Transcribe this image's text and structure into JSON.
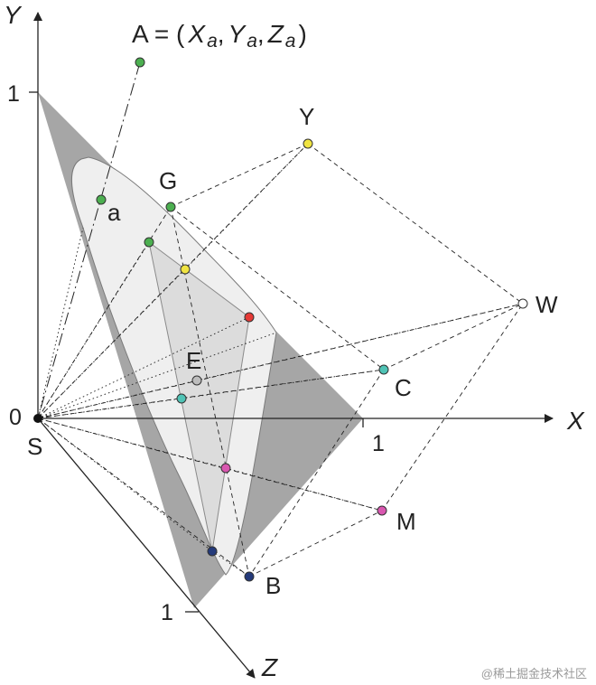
{
  "axes": {
    "x_label": "X",
    "y_label": "Y",
    "z_label": "Z",
    "origin_label": "0",
    "x_tick": "1",
    "y_tick": "1",
    "z_tick": "1"
  },
  "equation": {
    "prefix": "A = (",
    "x_sym": "X",
    "y_sym": "Y",
    "z_sym": "Z",
    "sub": "a",
    "comma": ",",
    "suffix": ")"
  },
  "points": {
    "S": {
      "label": "S",
      "color": "#111111"
    },
    "A": {
      "label": "",
      "color": "#4caf50"
    },
    "a": {
      "label": "a",
      "color": "#4caf50"
    },
    "G": {
      "label": "G",
      "color": "#4caf50"
    },
    "Y": {
      "label": "Y",
      "color": "#f0e442"
    },
    "W": {
      "label": "W",
      "color": "#ffffff"
    },
    "C": {
      "label": "C",
      "color": "#4fc3b5"
    },
    "M": {
      "label": "M",
      "color": "#d957b0"
    },
    "B": {
      "label": "B",
      "color": "#243a7a"
    },
    "E": {
      "label": "E",
      "color": "#bdbdbd"
    },
    "red": {
      "label": "",
      "color": "#e53935"
    }
  },
  "colors": {
    "plane": "#a6a6a6",
    "locus": "#efefef",
    "gamut": "#dcdcdc"
  },
  "watermark": "@稀土掘金技术社区"
}
